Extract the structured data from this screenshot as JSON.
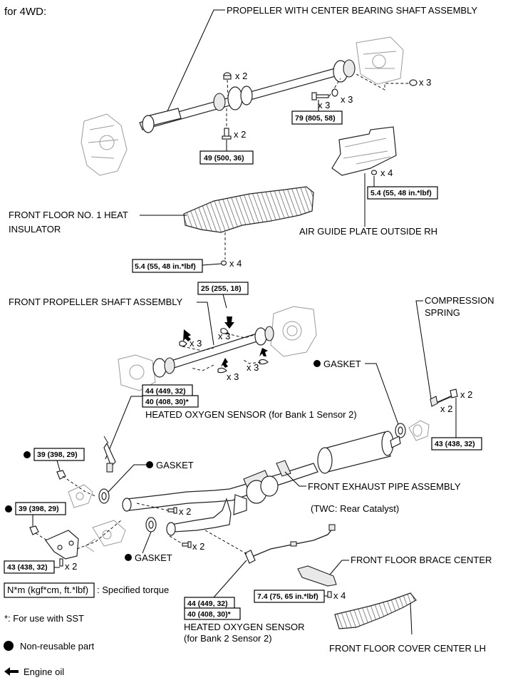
{
  "header": "for 4WD:",
  "labels": {
    "propeller_center": "PROPELLER WITH CENTER BEARING SHAFT ASSEMBLY",
    "insulator_1": "FRONT FLOOR NO. 1 HEAT",
    "insulator_2": "INSULATOR",
    "air_guide": "AIR GUIDE PLATE OUTSIDE RH",
    "front_propeller": "FRONT PROPELLER SHAFT ASSEMBLY",
    "compression_1": "COMPRESSION",
    "compression_2": "SPRING",
    "gasket_upper": "GASKET",
    "hos1": "HEATED OXYGEN SENSOR (for Bank 1 Sensor 2)",
    "gasket_left": "GASKET",
    "exhaust_pipe": "FRONT EXHAUST PIPE ASSEMBLY",
    "twc": "(TWC: Rear Catalyst)",
    "gasket_lower": "GASKET",
    "floor_brace": "FRONT FLOOR BRACE CENTER",
    "hos2_1": "HEATED OXYGEN SENSOR",
    "hos2_2": "(for Bank 2 Sensor 2)",
    "floor_cover": "FRONT FLOOR COVER CENTER LH"
  },
  "torques": {
    "t_79": "79 (805, 58)",
    "t_49": "49 (500, 36)",
    "t_54_air": "5.4 (55, 48 in.*lbf)",
    "t_54_ins": "5.4 (55, 48 in.*lbf)",
    "t_25": "25 (255, 18)",
    "t_hos1_a": "44 (449, 32)",
    "t_hos1_b": "40 (408, 30)*",
    "t_43_right": "43 (438, 32)",
    "t_39_a": "39 (398, 29)",
    "t_39_b": "39 (398, 29)",
    "t_43_left": "43 (438, 32)",
    "t_74": "7.4 (75, 65 in.*lbf)",
    "t_hos2_a": "44 (449, 32)",
    "t_hos2_b": "40 (408, 30)*"
  },
  "quantities": {
    "q_nut_top": "x 2",
    "q_bolt3": "x 3",
    "q_washer3": "x 3",
    "q_nut_right": "x 3",
    "q_bolt_center": "x 2",
    "q_air": "x 4",
    "q_ins": "x 4",
    "q_fp_a": "x 3",
    "q_fp_b": "x 3",
    "q_fp_c": "x 3",
    "q_fp_d": "x 3",
    "q_spring_a": "x 2",
    "q_spring_b": "x 2",
    "q_pipe_a": "x 2",
    "q_pipe_b": "x 2",
    "q_left_bolt": "x 2",
    "q_brace": "x 4"
  },
  "legend": {
    "specified_box": "N*m (kgf*cm, ft.*lbf)",
    "specified_text": ": Specified torque",
    "sst": "*: For use with SST",
    "non_reusable": "Non-reusable part",
    "engine_oil": "Engine oil"
  }
}
